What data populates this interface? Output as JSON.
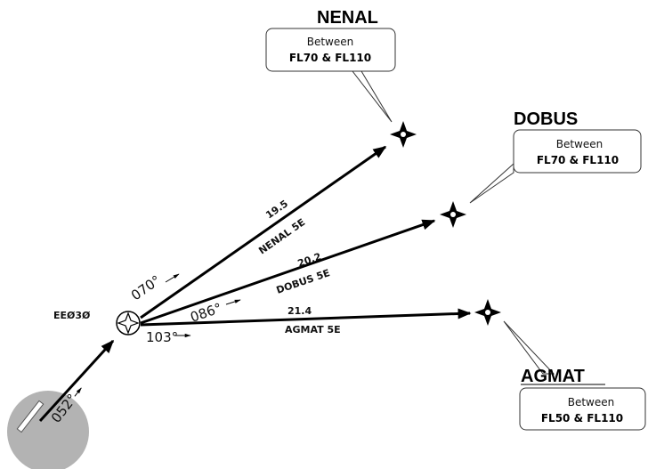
{
  "origin": {
    "label": "EEØ3Ø"
  },
  "inbound": {
    "course": "052°"
  },
  "waypoints": [
    {
      "name": "NENAL",
      "restriction_line1": "Between",
      "restriction_line2": "FL70 & FL110",
      "course": "070°",
      "distance": "19.5",
      "route": "NENAL 5E"
    },
    {
      "name": "DOBUS",
      "restriction_line1": "Between",
      "restriction_line2": "FL70 & FL110",
      "course": "086°",
      "distance": "20.2",
      "route": "DOBUS 5E"
    },
    {
      "name": "AGMAT",
      "restriction_line1": "Between",
      "restriction_line2": "FL50 & FL110",
      "course": "103°",
      "distance": "21.4",
      "route": "AGMAT 5E"
    }
  ],
  "colors": {
    "ink": "#000000",
    "circle": "#b3b3b3"
  }
}
